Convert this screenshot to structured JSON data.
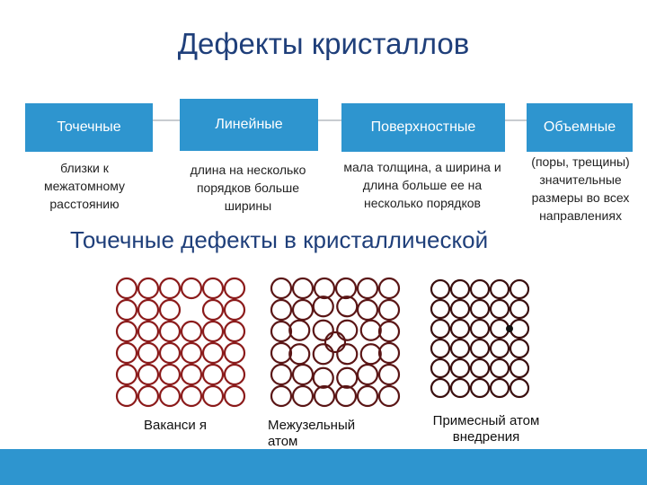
{
  "title": "Дефекты кристаллов",
  "categories": [
    {
      "label": "Точечные",
      "desc": "близки к межатомному расстоянию"
    },
    {
      "label": "Линейные",
      "desc": "длина на несколько порядков больше ширины"
    },
    {
      "label": "Поверхностные",
      "desc": "мала толщина, а ширина и длина больше ее на несколько порядков"
    },
    {
      "label": "Объемные",
      "desc": "(поры, трещины) значительные размеры во всех направлениях"
    }
  ],
  "subtitle": "Точечные дефекты в кристаллической",
  "lattices": [
    {
      "caption": "Ваканси я",
      "defect": "vacancy"
    },
    {
      "caption": "Межузельный атом",
      "defect": "interstitial"
    },
    {
      "caption": "Примесный атом внедрения",
      "defect": "impurity"
    }
  ],
  "colors": {
    "title": "#1f3f7a",
    "box": "#2e95cf",
    "lattice_red": "#8b1a1a",
    "lattice_dark": "#3a0f0f",
    "footer": "#2e95cf"
  }
}
